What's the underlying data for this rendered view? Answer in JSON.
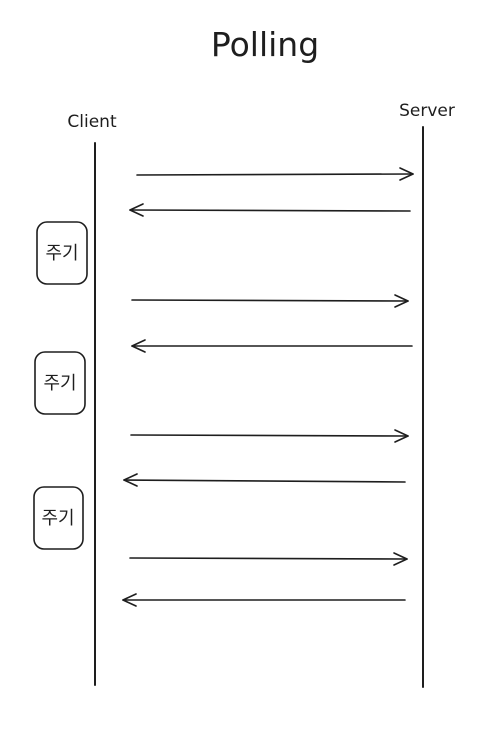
{
  "diagram": {
    "title": "Polling",
    "client_label": "Client",
    "server_label": "Server",
    "period_labels": [
      "주기",
      "주기",
      "주기"
    ]
  },
  "colors": {
    "stroke": "#1e1e1e",
    "background": "#ffffff"
  }
}
